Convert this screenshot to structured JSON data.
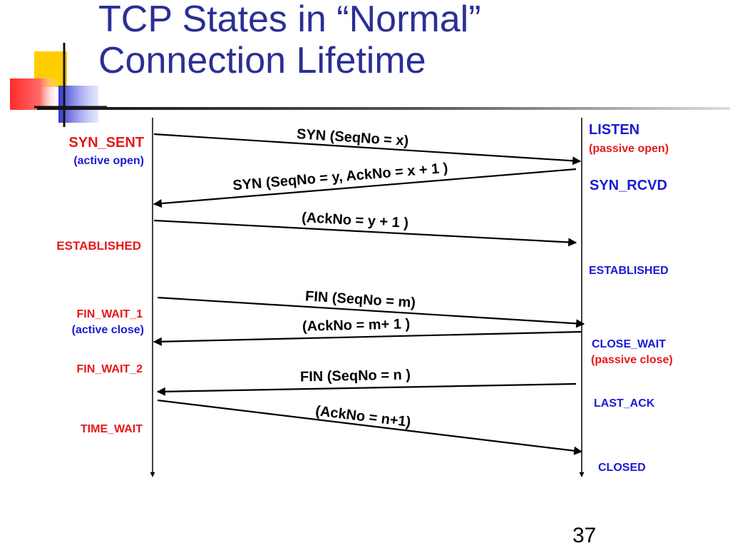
{
  "slide": {
    "title_line1": "TCP States in “Normal”",
    "title_line2": "Connection Lifetime",
    "page_number": "37",
    "colors": {
      "title": "#2b2f95",
      "client_states": "#e51919",
      "server_states": "#1a1ad6"
    }
  },
  "diagram": {
    "client": {
      "syn_sent": "SYN_SENT",
      "syn_sent_note": "(active open)",
      "established": "ESTABLISHED",
      "fin_wait_1": "FIN_WAIT_1",
      "fin_wait_1_note": "(active close)",
      "fin_wait_2": "FIN_WAIT_2",
      "time_wait": "TIME_WAIT"
    },
    "server": {
      "listen": "LISTEN",
      "listen_note": "(passive open)",
      "syn_rcvd": "SYN_RCVD",
      "established": "ESTABLISHED",
      "close_wait": "CLOSE_WAIT",
      "close_wait_note": "(passive close)",
      "last_ack": "LAST_ACK",
      "closed": "CLOSED"
    },
    "messages": [
      {
        "label": "SYN (SeqNo = x)",
        "direction": "client-to-server"
      },
      {
        "label": "SYN (SeqNo = y, AckNo = x + 1 )",
        "direction": "server-to-client"
      },
      {
        "label": "(AckNo = y + 1 )",
        "direction": "client-to-server"
      },
      {
        "label": "FIN (SeqNo = m)",
        "direction": "client-to-server"
      },
      {
        "label": "(AckNo = m+ 1 )",
        "direction": "server-to-client"
      },
      {
        "label": "FIN (SeqNo = n )",
        "direction": "server-to-client"
      },
      {
        "label": "(AckNo = n+1)",
        "direction": "client-to-server"
      }
    ]
  }
}
